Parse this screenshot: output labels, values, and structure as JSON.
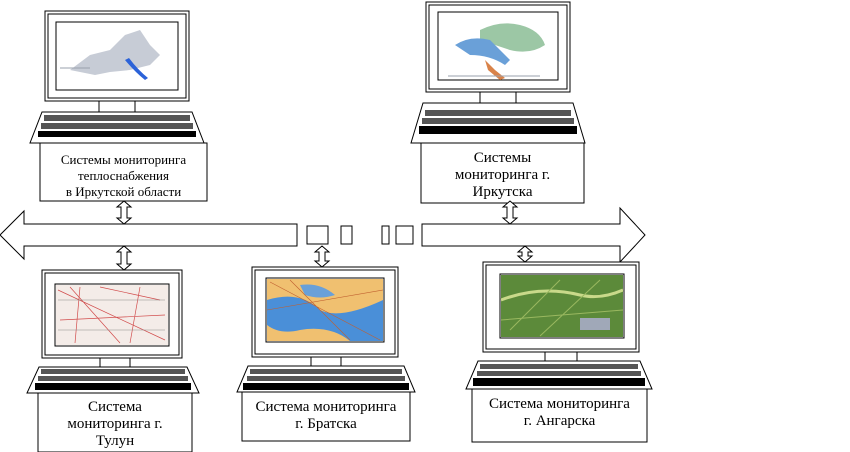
{
  "workstations": {
    "irkutsk_region": {
      "lines": [
        "Системы мониторинга",
        "теплоснабжения",
        "в Иркутской области"
      ]
    },
    "irkutsk_city": {
      "lines": [
        "Системы",
        "мониторинга г.",
        "Иркутска"
      ]
    },
    "tulun": {
      "lines": [
        "Система",
        "мониторинга г.",
        "Тулун"
      ]
    },
    "bratsk": {
      "lines": [
        "Система мониторинга",
        "г. Братска"
      ]
    },
    "angarsk": {
      "lines": [
        "Система мониторинга",
        "г. Ангарска"
      ]
    }
  },
  "colors": {
    "line": "#000000",
    "key_dark": "#555555",
    "map_water": "#4a8fd8",
    "map_land": "#f0c070",
    "map_green": "#5c8a3a"
  },
  "icons": [
    "computer-monitor-icon",
    "keyboard-icon",
    "double-arrow-icon",
    "bus-arrow-icon"
  ]
}
